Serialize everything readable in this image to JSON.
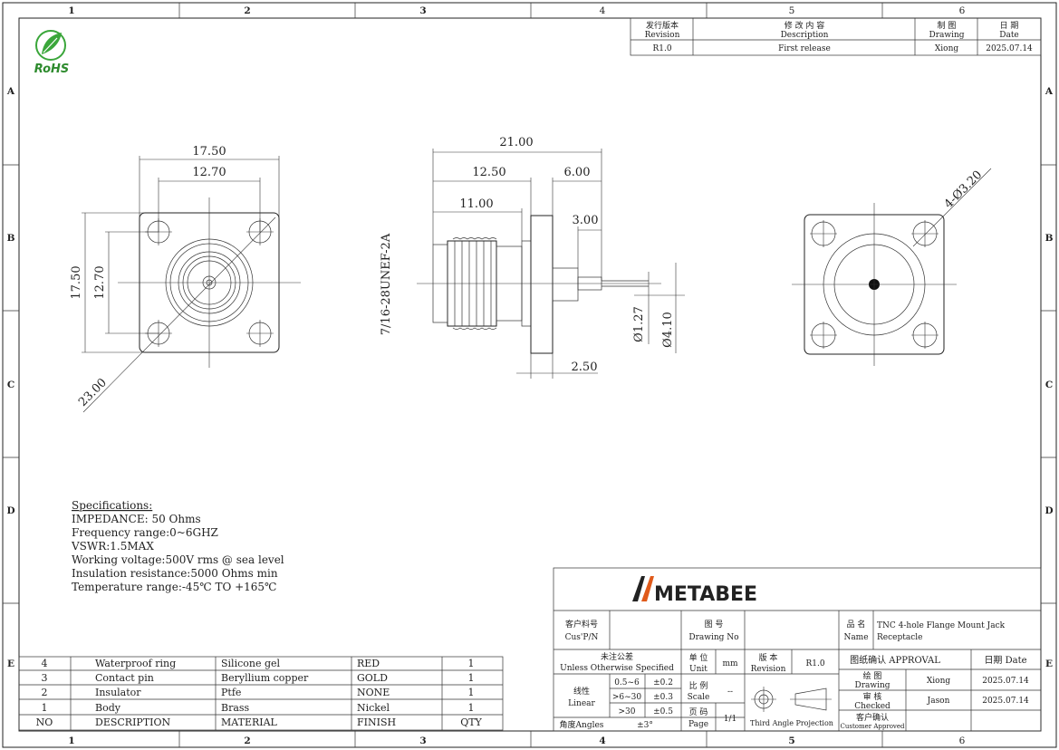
{
  "border": {
    "cols": [
      "1",
      "2",
      "3",
      "4",
      "5",
      "6"
    ],
    "rows": [
      "A",
      "B",
      "C",
      "D",
      "E"
    ]
  },
  "rohs": "RoHS",
  "revision_table": {
    "headers": [
      {
        "cn": "发行版本",
        "en": "Revision"
      },
      {
        "cn": "修 改 内 容",
        "en": "Description"
      },
      {
        "cn": "制 图",
        "en": "Drawing"
      },
      {
        "cn": "日 期",
        "en": "Date"
      }
    ],
    "row": {
      "revision": "R1.0",
      "description": "First release",
      "drawing": "Xiong",
      "date": "2025.07.14"
    }
  },
  "dimensions": {
    "front_overall": "17.50",
    "front_holes": "12.70",
    "front_overall_v": "17.50",
    "front_holes_v": "12.70",
    "diagonal": "23.00",
    "side_total": "21.00",
    "side_body": "12.50",
    "side_thread": "11.00",
    "side_pin": "6.00",
    "side_pin_tip": "3.00",
    "side_flange": "2.50",
    "pin_dia": "Ø1.27",
    "insulator_dia": "Ø4.10",
    "thread_spec": "7/16-28UNEF-2A",
    "hole_spec": "4-Ø3.20"
  },
  "specifications": {
    "title": "Specifications:",
    "lines": [
      "IMPEDANCE: 50 Ohms",
      "Frequency range:0~6GHZ",
      "VSWR:1.5MAX",
      "Working voltage:500V rms @ sea level",
      "Insulation resistance:5000 Ohms min",
      "Temperature range:-45℃ TO +165℃"
    ]
  },
  "bom": {
    "rows": [
      {
        "no": "4",
        "desc": "Waterproof ring",
        "material": "Silicone gel",
        "finish": "RED",
        "qty": "1"
      },
      {
        "no": "3",
        "desc": "Contact pin",
        "material": "Beryllium copper",
        "finish": "GOLD",
        "qty": "1"
      },
      {
        "no": "2",
        "desc": "Insulator",
        "material": "Ptfe",
        "finish": "NONE",
        "qty": "1"
      },
      {
        "no": "1",
        "desc": "Body",
        "material": "Brass",
        "finish": "Nickel",
        "qty": "1"
      }
    ],
    "header": {
      "no": "NO",
      "desc": "DESCRIPTION",
      "material": "MATERIAL",
      "finish": "FINISH",
      "qty": "QTY"
    }
  },
  "title_block": {
    "logo": "METABEE",
    "cus_pn": {
      "cn": "客户料号",
      "en": "Cus'P/N",
      "value": ""
    },
    "drawing_no": {
      "cn": "图 号",
      "en": "Drawing No",
      "value": ""
    },
    "name": {
      "cn": "品 名",
      "en": "Name",
      "value_line1": "TNC 4-hole Flange Mount Jack",
      "value_line2": "Receptacle"
    },
    "tolerance": {
      "cn": "未注公差",
      "en": "Unless Otherwise Specified"
    },
    "unit": {
      "cn": "单 位",
      "en": "Unit",
      "value": "mm"
    },
    "version": {
      "cn": "版 本",
      "en": "Revision",
      "value": "R1.0"
    },
    "approval": {
      "label": "图纸确认 APPROVAL",
      "date_label": "日期 Date"
    },
    "linear": {
      "cn": "线性",
      "en": "Linear",
      "rows": [
        {
          "range": "0.5~6",
          "tol": "±0.2"
        },
        {
          "range": ">6~30",
          "tol": "±0.3"
        },
        {
          "range": ">30",
          "tol": "±0.5"
        }
      ]
    },
    "scale": {
      "cn": "比 例",
      "en": "Scale",
      "value": "--"
    },
    "page": {
      "cn": "页 码",
      "en": "Page",
      "value": "1/1"
    },
    "angles": {
      "label": "角度Angles",
      "value": "±3°"
    },
    "projection": "Third Angle Projection",
    "drawing": {
      "cn": "绘 图",
      "en": "Drawing",
      "who": "Xiong",
      "date": "2025.07.14"
    },
    "checked": {
      "cn": "审 核",
      "en": "Checked",
      "who": "Jason",
      "date": "2025.07.14"
    },
    "customer": {
      "cn": "客户确认",
      "en": "Customer Approved",
      "who": "",
      "date": ""
    }
  }
}
